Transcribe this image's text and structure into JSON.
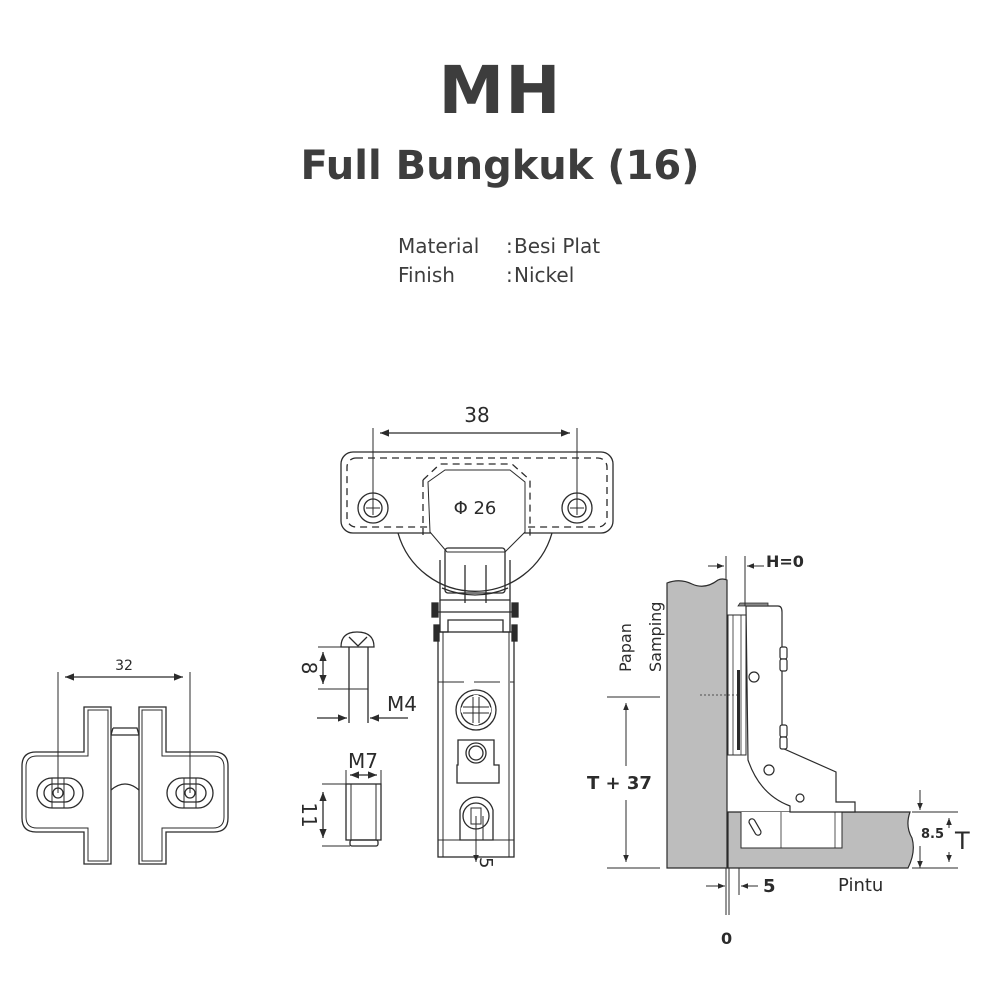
{
  "header": {
    "model": "MH",
    "product_name": "Full Bungkuk (16)"
  },
  "specs": [
    {
      "label": "Material",
      "separator": ":",
      "value": "Besi Plat"
    },
    {
      "label": "Finish",
      "separator": ":",
      "value": "Nickel"
    }
  ],
  "top_view": {
    "hole_spacing": "38",
    "cup_diameter": "Φ 26"
  },
  "mounting_plate": {
    "hole_spacing": "32"
  },
  "screw": {
    "length": "8",
    "thread": "M4"
  },
  "dowel": {
    "diameter": "M7",
    "length": "11"
  },
  "arm": {
    "adjust": "5"
  },
  "side_view": {
    "side_panel_label_1": "Papan",
    "side_panel_label_2": "Samping",
    "door_label": "Pintu",
    "overlay": "H=0",
    "height_formula": "T + 37",
    "cup_depth": "8.5",
    "thickness": "T",
    "gap": "5",
    "zero": "0"
  },
  "colors": {
    "text": "#3d3d3d",
    "line": "#2b2b2b",
    "panel_fill": "#bdbdbd"
  }
}
